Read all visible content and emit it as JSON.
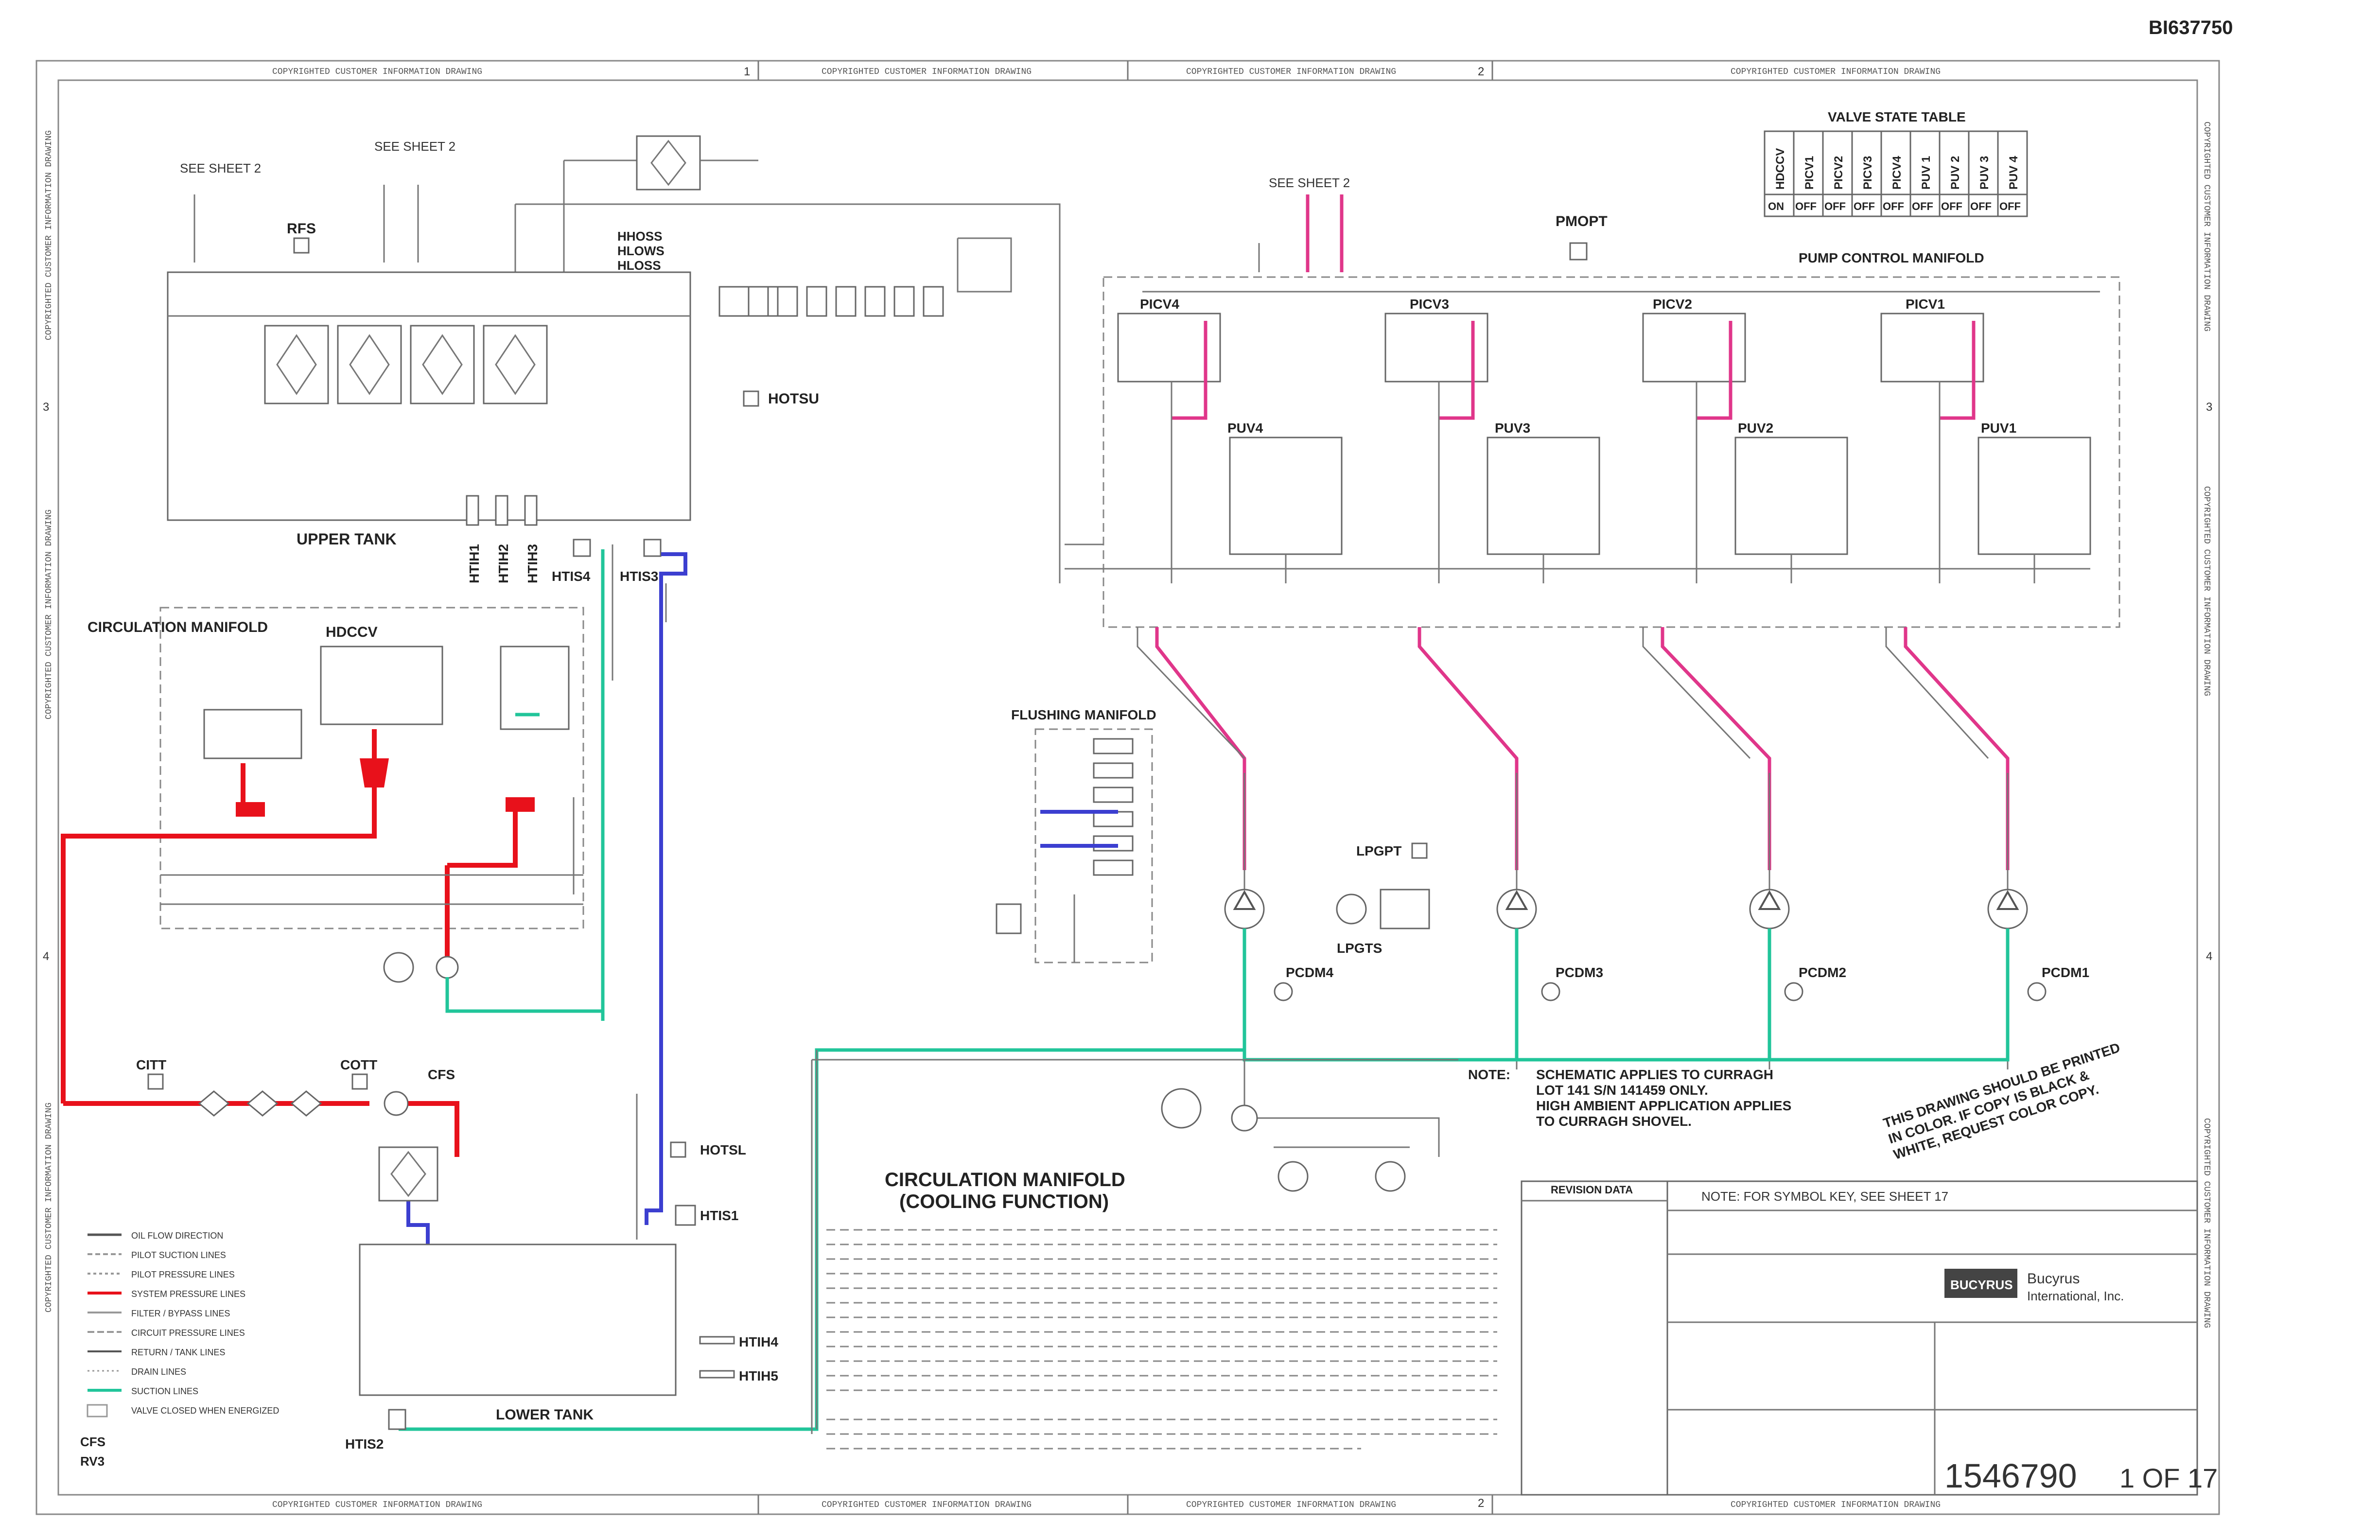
{
  "drawing_id": "BI637750",
  "border_banner": "COPYRIGHTED CUSTOMER INFORMATION DRAWING",
  "zones": [
    "1",
    "2",
    "3",
    "4"
  ],
  "upper_area": {
    "see_sheet_2_a": "SEE SHEET 2",
    "see_sheet_2_b": "SEE SHEET 2",
    "see_sheet_2_c": "SEE SHEET 2",
    "rfs": "RFS",
    "hloss_labels": [
      "HHOSS",
      "HLOWS",
      "HLOSS"
    ],
    "upper_tank": "UPPER TANK",
    "hotsu": "HOTSU",
    "htih": [
      "HTIH1",
      "HTIH2",
      "HTIH3"
    ],
    "htis4": "HTIS4",
    "htis3": "HTIS3",
    "pmopt": "PMOPT"
  },
  "valve_state_table": {
    "title": "VALVE STATE TABLE",
    "headers": [
      "HDCCV",
      "PICV1",
      "PICV2",
      "PICV3",
      "PICV4",
      "PUV 1",
      "PUV 2",
      "PUV 3",
      "PUV 4"
    ],
    "states": [
      "ON",
      "OFF",
      "OFF",
      "OFF",
      "OFF",
      "OFF",
      "OFF",
      "OFF",
      "OFF"
    ]
  },
  "pump_control_manifold": {
    "title": "PUMP CONTROL MANIFOLD",
    "picv": [
      "PICV4",
      "PICV3",
      "PICV2",
      "PICV1"
    ],
    "puv": [
      "PUV4",
      "PUV3",
      "PUV2",
      "PUV1"
    ]
  },
  "circulation_manifold_label": "CIRCULATION MANIFOLD",
  "hdccv": "HDCCV",
  "flushing_manifold": "FLUSHING MANIFOLD",
  "pumps": {
    "lpgpt": "LPGPT",
    "lpgts": "LPGTS",
    "pcdm": [
      "PCDM4",
      "PCDM3",
      "PCDM2",
      "PCDM1"
    ]
  },
  "cooler_area": {
    "citt": "CITT",
    "cott": "COTT",
    "cfs": "CFS",
    "hotsl": "HOTSL",
    "htis1": "HTIS1",
    "htih4": "HTIH4",
    "htih5": "HTIH5",
    "lower_tank": "LOWER TANK",
    "htis2": "HTIS2"
  },
  "note": {
    "label": "NOTE:",
    "lines": [
      "SCHEMATIC APPLIES TO CURRAGH",
      "LOT 141 S/N 141459 ONLY.",
      "HIGH AMBIENT APPLICATION APPLIES",
      "TO CURRAGH SHOVEL."
    ]
  },
  "color_note": [
    "THIS DRAWING SHOULD BE PRINTED",
    "IN COLOR. IF COPY IS BLACK &",
    "WHITE, REQUEST COLOR COPY."
  ],
  "cooling": {
    "title_1": "CIRCULATION MANIFOLD",
    "title_2": "(COOLING FUNCTION)"
  },
  "legend": {
    "rows": [
      "OIL FLOW DIRECTION",
      "PILOT SUCTION LINES",
      "PILOT PRESSURE LINES",
      "SYSTEM PRESSURE LINES",
      "FILTER / BYPASS LINES",
      "CIRCUIT PRESSURE LINES",
      "RETURN / TANK LINES",
      "DRAIN LINES",
      "SUCTION LINES",
      "VALVE CLOSED WHEN ENERGIZED"
    ],
    "colors": [
      "#555555",
      "#999999",
      "#999999",
      "#e8111b",
      "#999999",
      "#999999",
      "#555555",
      "#999999",
      "#21c59a",
      "#999999"
    ],
    "cfs": "CFS",
    "rv3": "RV3"
  },
  "title_block": {
    "revision_data": "REVISION DATA",
    "note_symbol": "NOTE: FOR SYMBOL KEY, SEE SHEET 17",
    "company": "Bucyrus",
    "company_2": "International, Inc.",
    "logo_text": "BUCYRUS",
    "drawing_number": "1546790",
    "sheet": "1 OF 17"
  },
  "colors": {
    "red": "#e8111b",
    "pink": "#e0368a",
    "green": "#21c59a",
    "blue": "#3c3fd0"
  }
}
